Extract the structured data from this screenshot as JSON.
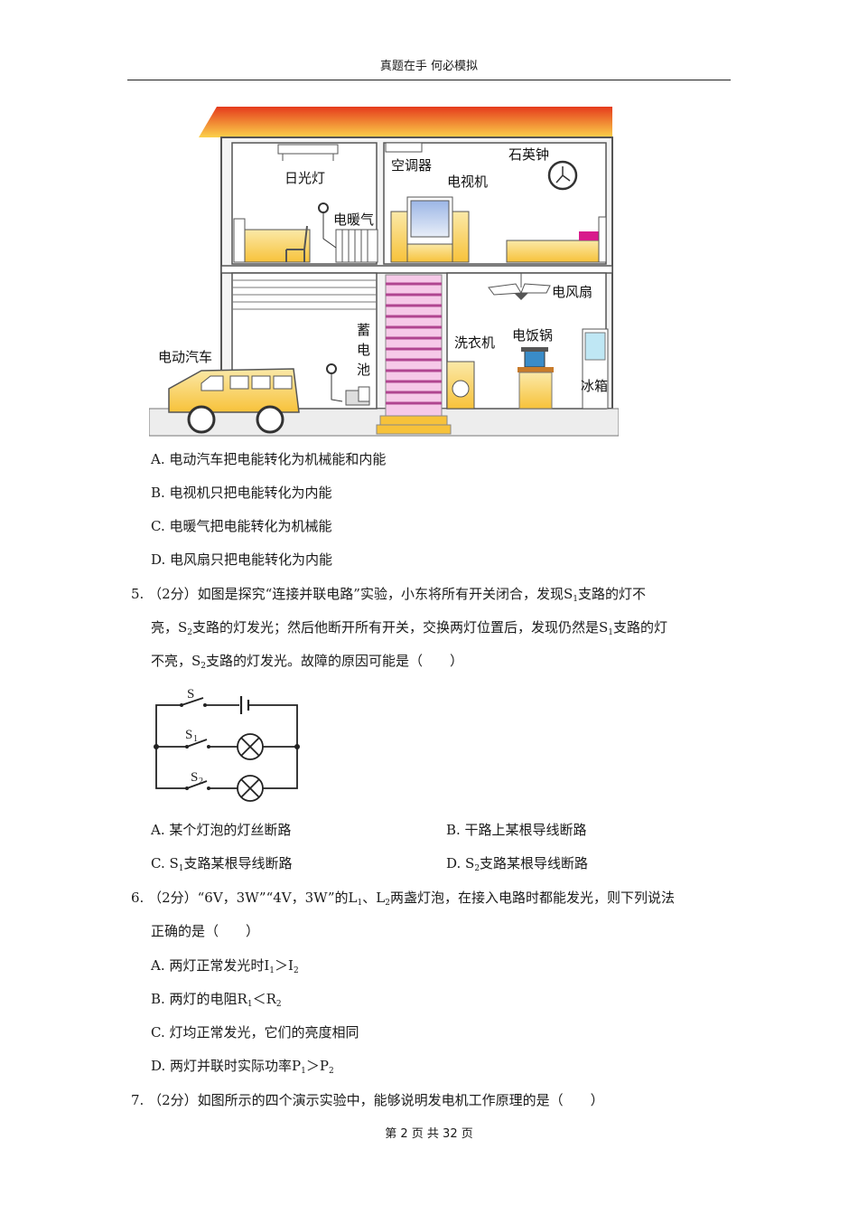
{
  "header": "真题在手 何必模拟",
  "house_labels": {
    "fluorescent": "日光灯",
    "ac": "空调器",
    "tv": "电视机",
    "clock": "石英钟",
    "heater": "电暖气",
    "fan": "电风扇",
    "ev": "电动汽车",
    "battery": [
      "蓄",
      "电",
      "池"
    ],
    "washer": "洗衣机",
    "cooker": "电饭锅",
    "fridge": "冰箱"
  },
  "q4_options": {
    "a": "A. 电动汽车把电能转化为机械能和内能",
    "b": "B. 电视机只把电能转化为内能",
    "c": "C. 电暖气把电能转化为机械能",
    "d": "D. 电风扇只把电能转化为内能"
  },
  "q5": {
    "line1_pre": "5. （2分）如图是探究“连接并联电路”实验，小东将所有开关闭合，发现S",
    "line1_sub": "1",
    "line1_post": "支路的灯不",
    "line2_a": "亮，S",
    "line2_sub1": "2",
    "line2_b": "支路的灯发光；然后他断开所有开关，交换两灯位置后，发现仍然是S",
    "line2_sub2": "1",
    "line2_c": "支路的灯",
    "line3_a": "不亮，S",
    "line3_sub": "2",
    "line3_b": "支路的灯发光。故障的原因可能是（　　）",
    "circuit_s": "S",
    "circuit_s1": "S",
    "circuit_s1_sub": "1",
    "circuit_s2": "S",
    "circuit_s2_sub": "2",
    "opt_a": "A. 某个灯泡的灯丝断路",
    "opt_b": "B. 干路上某根导线断路",
    "opt_c_pre": "C. S",
    "opt_c_sub": "1",
    "opt_c_post": "支路某根导线断路",
    "opt_d_pre": "D. S",
    "opt_d_sub": "2",
    "opt_d_post": "支路某根导线断路"
  },
  "q6": {
    "line1_pre": "6. （2分）“6V，3W”“4V，3W”的L",
    "line1_sub1": "1",
    "line1_mid": "、L",
    "line1_sub2": "2",
    "line1_post": "两盏灯泡，在接入电路时都能发光，则下列说法",
    "line2": "正确的是（　　）",
    "opt_a_pre": "A. 两灯正常发光时I",
    "opt_a_sub1": "1",
    "opt_a_mid": "＞I",
    "opt_a_sub2": "2",
    "opt_b_pre": "B. 两灯的电阻R",
    "opt_b_sub1": "1",
    "opt_b_mid": "＜R",
    "opt_b_sub2": "2",
    "opt_c": "C. 灯均正常发光，它们的亮度相同",
    "opt_d_pre": "D. 两灯并联时实际功率P",
    "opt_d_sub1": "1",
    "opt_d_mid": "＞P",
    "opt_d_sub2": "2"
  },
  "q7": "7. （2分）如图所示的四个演示实验中，能够说明发电机工作原理的是（　　）",
  "footer": "第 2 页 共 32 页"
}
